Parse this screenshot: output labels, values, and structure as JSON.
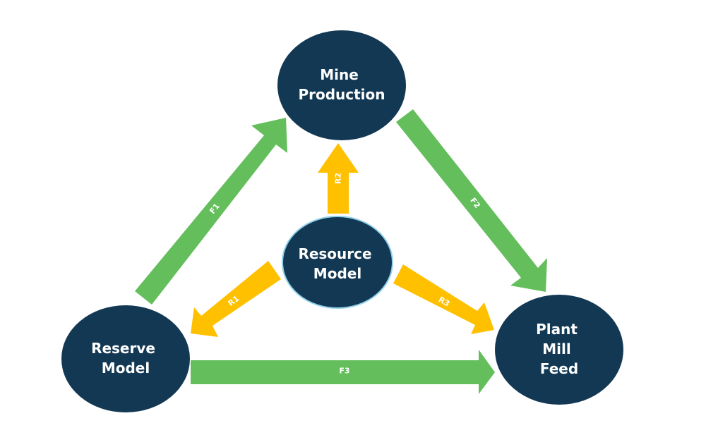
{
  "colors": {
    "node_fill": "#133854",
    "node_outline_highlight": "#8fd0e8",
    "flow_arrow": "#63BE5B",
    "resource_arrow": "#FFC000",
    "text": "#ffffff"
  },
  "nodes": {
    "mine_production": {
      "lines": [
        "Mine",
        "Production"
      ]
    },
    "resource_model": {
      "lines": [
        "Resource",
        "Model"
      ]
    },
    "reserve_model": {
      "lines": [
        "Reserve",
        "Model"
      ]
    },
    "plant_mill_feed": {
      "lines": [
        "Plant",
        "Mill",
        "Feed"
      ]
    }
  },
  "arrows": {
    "f1": {
      "label": "F1",
      "from": "Reserve Model",
      "to": "Mine Production"
    },
    "f2": {
      "label": "F2",
      "from": "Mine Production",
      "to": "Plant Mill Feed"
    },
    "f3": {
      "label": "F3",
      "from": "Reserve Model",
      "to": "Plant Mill Feed"
    },
    "r1": {
      "label": "R1",
      "from": "Resource Model",
      "to": "Reserve Model"
    },
    "r2": {
      "label": "R2",
      "from": "Resource Model",
      "to": "Mine Production"
    },
    "r3": {
      "label": "R3",
      "from": "Resource Model",
      "to": "Plant Mill Feed"
    }
  }
}
